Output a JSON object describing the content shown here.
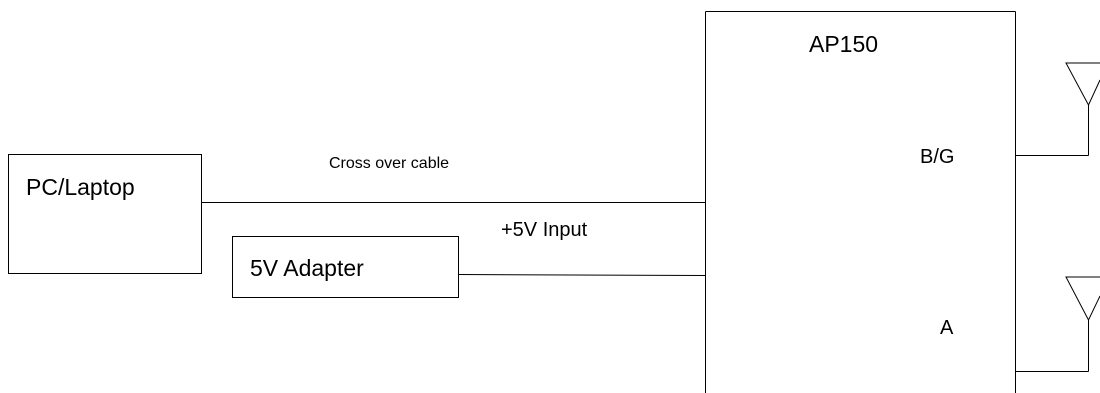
{
  "diagram": {
    "nodes": {
      "pc": {
        "label": "PC/Laptop"
      },
      "adapter": {
        "label": "5V Adapter"
      },
      "ap": {
        "label": "AP150",
        "ports": {
          "bg": "B/G",
          "a": "A"
        }
      }
    },
    "connections": {
      "cross_over": {
        "label": "Cross over cable"
      },
      "power": {
        "label": "+5V Input"
      }
    },
    "antennas": [
      {
        "port": "B/G"
      },
      {
        "port": "A"
      }
    ]
  }
}
